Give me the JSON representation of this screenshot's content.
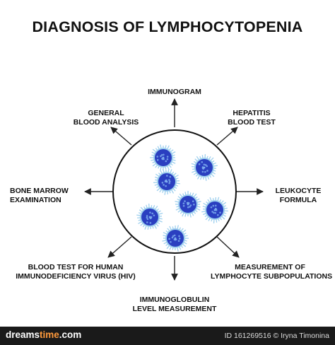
{
  "title": "DIAGNOSIS OF LYMPHOCYTOPENIA",
  "labels": {
    "immunogram": [
      "IMMUNOGRAM"
    ],
    "general_blood": [
      "GENERAL",
      "BLOOD ANALYSIS"
    ],
    "hepatitis": [
      "HEPATITIS",
      "BLOOD TEST"
    ],
    "bone_marrow": [
      "BONE MARROW",
      "EXAMINATION"
    ],
    "leukocyte": [
      "LEUKOCYTE",
      "FORMULA"
    ],
    "hiv": [
      "BLOOD TEST FOR HUMAN",
      "IMMUNODEFICIENCY VIRUS (HIV)"
    ],
    "subpopulations": [
      "MEASUREMENT OF",
      "LYMPHOCYTE SUBPOPULATIONS"
    ],
    "immunoglobulin": [
      "IMMUNOGLOBULIN",
      "LEVEL MEASUREMENT"
    ]
  },
  "colors": {
    "cell_core": "#2a3fc0",
    "cell_halo": "#9fd0ee",
    "arrow": "#222222",
    "footer_bg": "#1a1a1a"
  },
  "footer": {
    "brand_main": "dreams",
    "brand_accent": "time",
    "brand_suffix": ".com",
    "id_text": "ID 161269516 © Iryna Timonina"
  }
}
